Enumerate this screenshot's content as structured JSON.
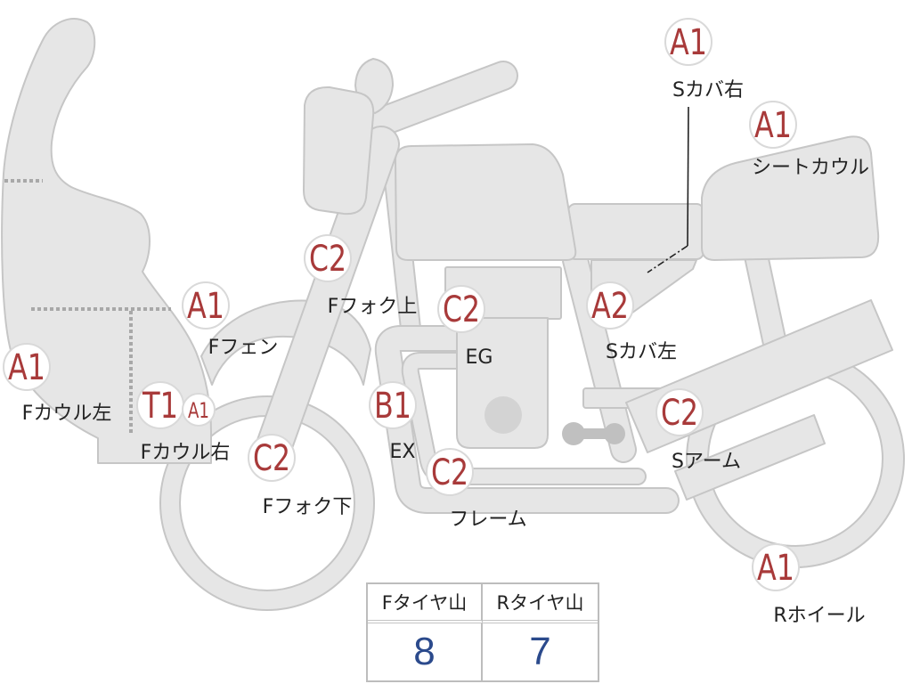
{
  "parts": [
    {
      "name": "Sカバ右",
      "grades": [
        "A1"
      ]
    },
    {
      "name": "シートカウル",
      "grades": [
        "A1"
      ]
    },
    {
      "name": "Fフォク上",
      "grades": [
        "C2"
      ]
    },
    {
      "name": "Fフェン",
      "grades": [
        "A1"
      ]
    },
    {
      "name": "EG",
      "grades": [
        "C2"
      ]
    },
    {
      "name": "Sカバ左",
      "grades": [
        "A2"
      ]
    },
    {
      "name": "Fカウル左",
      "grades": [
        "A1"
      ]
    },
    {
      "name": "Fカウル右",
      "grades": [
        "T1",
        "A1"
      ]
    },
    {
      "name": "EX",
      "grades": [
        "B1"
      ]
    },
    {
      "name": "Sアーム",
      "grades": [
        "C2"
      ]
    },
    {
      "name": "Fフォク下",
      "grades": [
        "C2"
      ]
    },
    {
      "name": "フレーム",
      "grades": [
        "C2"
      ]
    },
    {
      "name": "Rホイール",
      "grades": [
        "A1"
      ]
    }
  ],
  "tire_table": {
    "headers": [
      "Fタイヤ山",
      "Rタイヤ山"
    ],
    "values": [
      8,
      7
    ]
  },
  "colors": {
    "grade_text": "#a83a3a",
    "tire_value": "#2b4a8c",
    "body_fill": "#e6e6e6",
    "body_stroke": "#c6c6c6"
  }
}
